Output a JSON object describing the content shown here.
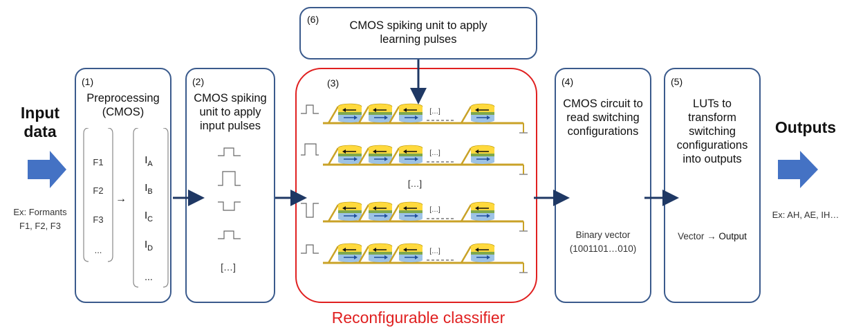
{
  "input": {
    "title_line1": "Input",
    "title_line2": "data",
    "example_line1": "Ex: Formants",
    "example_line2": "F1, F2, F3"
  },
  "box1": {
    "num": "(1)",
    "title_line1": "Preprocessing",
    "title_line2": "(CMOS)",
    "features": [
      "F1",
      "F2",
      "F3",
      "..."
    ],
    "arrow": "→",
    "currents": [
      {
        "base": "I",
        "sub": "A"
      },
      {
        "base": "I",
        "sub": "B"
      },
      {
        "base": "I",
        "sub": "C"
      },
      {
        "base": "I",
        "sub": "D"
      },
      {
        "base": "...",
        "sub": ""
      }
    ]
  },
  "box2": {
    "num": "(2)",
    "title_line1": "CMOS spiking",
    "title_line2": "unit to apply",
    "title_line3": "input pulses",
    "ellipsis": "[…]"
  },
  "box3": {
    "num": "(3)",
    "row_ellipsis": "[…]",
    "mid_ellipsis": "[…]",
    "label": "Reconfigurable classifier"
  },
  "box4": {
    "num": "(4)",
    "title_line1": "CMOS circuit to",
    "title_line2": "read switching",
    "title_line3": "configurations",
    "vec_line1": "Binary vector",
    "vec_line2": "(1001101…010)"
  },
  "box5": {
    "num": "(5)",
    "title_line1": "LUTs to",
    "title_line2": "transform",
    "title_line3": "switching",
    "title_line4": "configurations",
    "title_line5": "into outputs",
    "vec_text": "Vector",
    "vec_arrow": "→",
    "vec_out": "Output"
  },
  "box6": {
    "num": "(6)",
    "title_line1": "CMOS spiking unit to apply",
    "title_line2": "learning pulses"
  },
  "outputs": {
    "title": "Outputs",
    "example": "Ex: AH, AE, IH…"
  },
  "colors": {
    "box_border": "#3a5a8c",
    "classifier_border": "#e02020",
    "big_arrow": "#4472c4",
    "line_arrow": "#1f3864",
    "layer_yellow": "#ffd93d",
    "layer_green": "#7fa84a",
    "layer_blue": "#9dc3e6",
    "wire": "#c9a227"
  }
}
